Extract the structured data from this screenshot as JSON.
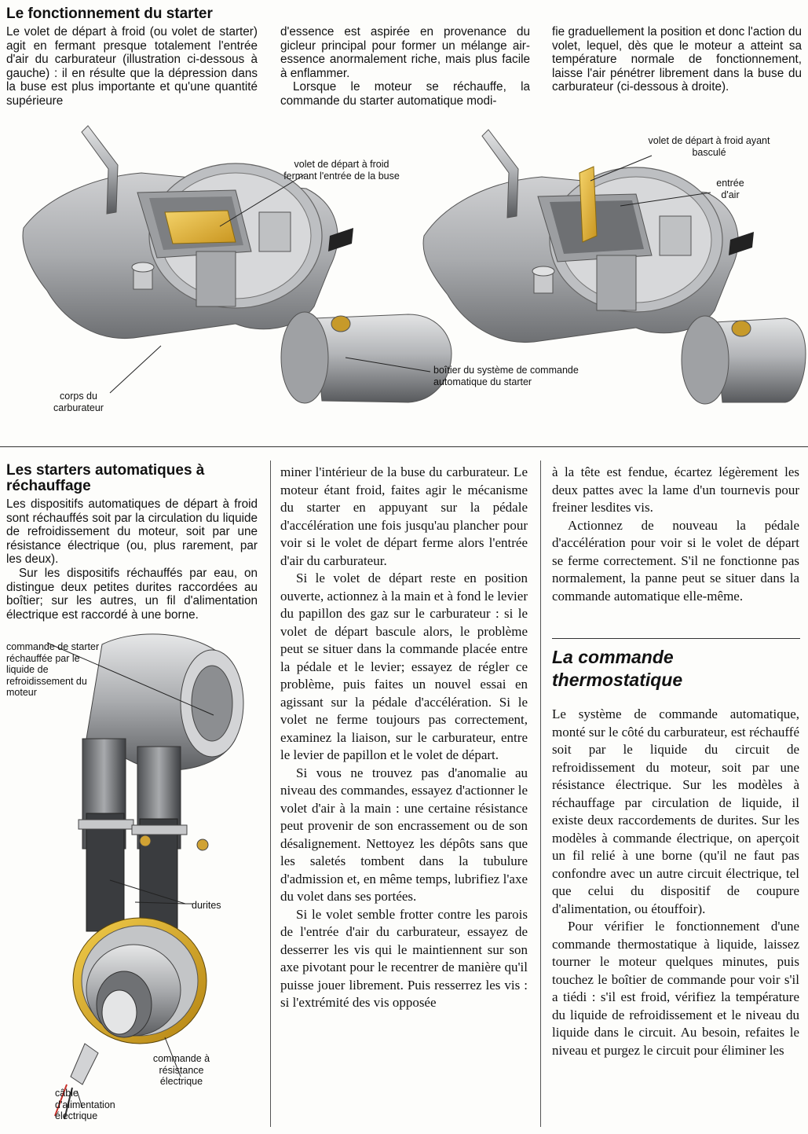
{
  "top": {
    "title": "Le fonctionnement du starter",
    "col1": "Le volet de départ à froid (ou volet de starter) agit en fermant presque totalement l'entrée d'air du carburateur (illustration ci-dessous à gauche) : il en résulte que la dépression dans la buse est plus importante et qu'une quantité supérieure",
    "col2_p1": "d'essence est aspirée en provenance du gicleur principal pour former un mélange air-essence anormalement riche, mais plus facile à enflammer.",
    "col2_p2": "Lorsque le moteur se réchauffe, la commande du starter automatique modi-",
    "col3": "fie graduellement la position et donc l'action du volet, lequel, dès que le moteur a atteint sa température normale de fonctionnement, laisse l'air pénétrer librement dans la buse du carburateur (ci-dessous à droite)."
  },
  "figure_top": {
    "label_flap_closed": "volet de départ à froid fermant l'entrée de la buse",
    "label_body": "corps du carburateur",
    "label_housing": "boîtier du système de commande automatique du starter",
    "label_flap_open": "volet de départ à froid ayant basculé",
    "label_air_inlet": "entrée d'air"
  },
  "section1": {
    "title": "Les starters automatiques à réchauffage",
    "p1": "Les dispositifs automatiques de départ à froid sont réchauffés soit par la circulation du liquide de refroidissement du moteur, soit par une résistance électrique (ou, plus rarement, par les deux).",
    "p2": "Sur les dispositifs réchauffés par eau, on distingue deux petites durites raccordées au boîtier; sur les autres, un fil d'alimentation électrique est raccordé à une borne."
  },
  "figure_left": {
    "label_water_starter": "commande de starter réchauffée par le liquide de refroidissement du moteur",
    "label_hoses": "durites",
    "label_electric": "commande à résistance électrique",
    "label_cable": "câble d'alimentation électrique"
  },
  "col_mid": {
    "p1": "miner l'intérieur de la buse du carburateur. Le moteur étant froid, faites agir le mécanisme du starter en appuyant sur la pédale d'accélération une fois jusqu'au plancher pour voir si le volet de départ ferme alors l'entrée d'air du carburateur.",
    "p2": "Si le volet de départ reste en position ouverte, actionnez à la main et à fond le levier du papillon des gaz sur le carburateur : si le volet de départ bascule alors, le problème peut se situer dans la commande placée entre la pédale et le levier; essayez de régler ce problème, puis faites un nouvel essai en agissant sur la pédale d'accélération. Si le volet ne ferme toujours pas correctement, examinez la liaison, sur le carburateur, entre le levier de papillon et le volet de départ.",
    "p3": "Si vous ne trouvez pas d'anomalie au niveau des commandes, essayez d'actionner le volet d'air à la main : une certaine résistance peut provenir de son encrassement ou de son désalignement. Nettoyez les dépôts sans que les saletés tombent dans la tubulure d'admission et, en même temps, lubrifiez l'axe du volet dans ses portées.",
    "p4": "Si le volet semble frotter contre les parois de l'entrée d'air du carburateur, essayez de desserrer les vis qui le maintiennent sur son axe pivotant pour le recentrer de manière qu'il puisse jouer librement. Puis resserrez les vis : si l'extrémité des vis opposée"
  },
  "col_right": {
    "p1": "à la tête est fendue, écartez légèrement les deux pattes avec la lame d'un tournevis pour freiner lesdites vis.",
    "p2": "Actionnez de nouveau la pédale d'accélération pour voir si le volet de départ se ferme correctement. S'il ne fonctionne pas normalement, la panne peut se situer dans la commande automatique elle-même.",
    "heading": "La commande thermostatique",
    "p3": "Le système de commande automatique, monté sur le côté du carburateur, est réchauffé soit par le liquide du circuit de refroidissement du moteur, soit par une résistance électrique. Sur les modèles à réchauffage par circulation de liquide, il existe deux raccordements de durites. Sur les modèles à commande électrique, on aperçoit un fil relié à une borne (qu'il ne faut pas confondre avec un autre circuit électrique, tel que celui du dispositif de coupure d'alimentation, ou étouffoir).",
    "p4": "Pour vérifier le fonctionnement d'une commande thermostatique à liquide, laissez tourner le moteur quelques minutes, puis touchez le boîtier de commande pour voir s'il a tiédi : s'il est froid, vérifiez la température du liquide de refroidissement et le niveau du liquide dans le circuit. Au besoin, refaites le niveau et purgez le circuit pour éliminer les"
  }
}
